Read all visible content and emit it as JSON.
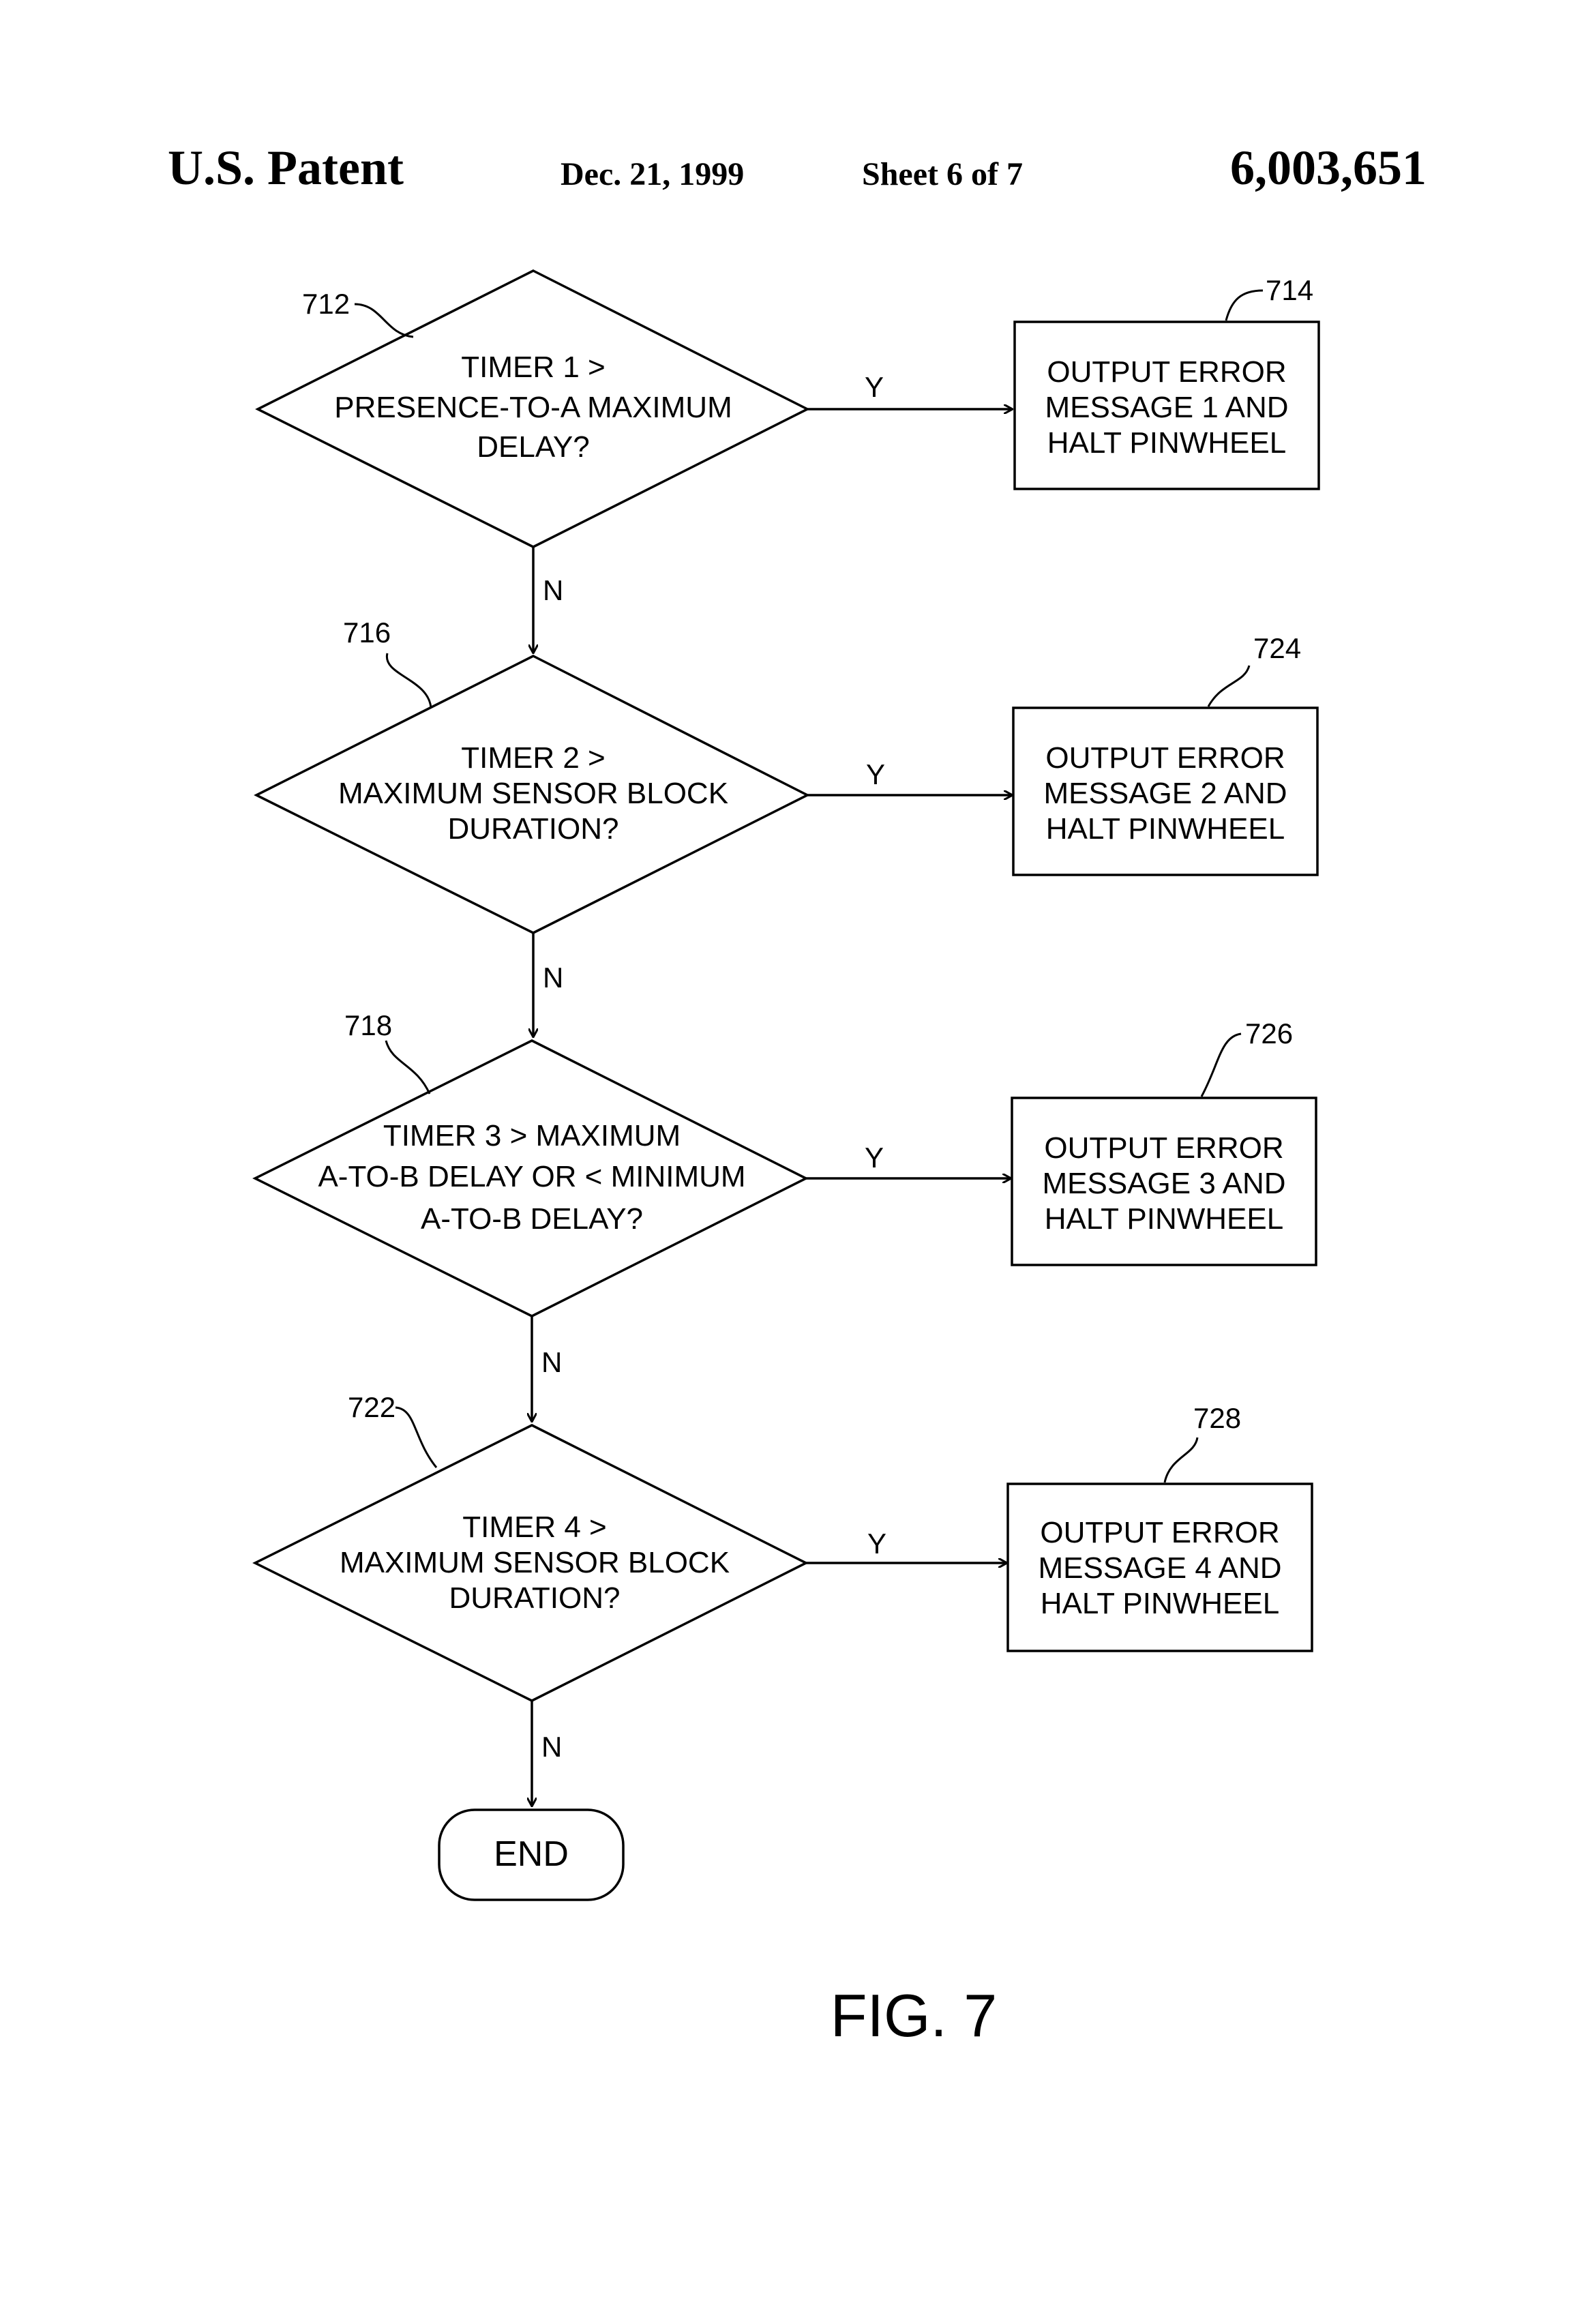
{
  "header": {
    "patent": "U.S. Patent",
    "date": "Dec. 21, 1999",
    "sheet": "Sheet 6 of 7",
    "number": "6,003,651"
  },
  "decisions": [
    {
      "ref": "712",
      "lines": [
        "TIMER 1 >",
        "PRESENCE-TO-A MAXIMUM",
        "DELAY?"
      ]
    },
    {
      "ref": "716",
      "lines": [
        "TIMER 2 >",
        "MAXIMUM SENSOR BLOCK",
        "DURATION?"
      ]
    },
    {
      "ref": "718",
      "lines": [
        "TIMER 3 > MAXIMUM",
        "A-TO-B DELAY OR < MINIMUM",
        "A-TO-B DELAY?"
      ]
    },
    {
      "ref": "722",
      "lines": [
        "TIMER 4 >",
        "MAXIMUM SENSOR BLOCK",
        "DURATION?"
      ]
    }
  ],
  "outputs": [
    {
      "ref": "714",
      "lines": [
        "OUTPUT ERROR",
        "MESSAGE 1 AND",
        "HALT PINWHEEL"
      ]
    },
    {
      "ref": "724",
      "lines": [
        "OUTPUT ERROR",
        "MESSAGE 2 AND",
        "HALT PINWHEEL"
      ]
    },
    {
      "ref": "726",
      "lines": [
        "OUTPUT ERROR",
        "MESSAGE 3 AND",
        "HALT PINWHEEL"
      ]
    },
    {
      "ref": "728",
      "lines": [
        "OUTPUT ERROR",
        "MESSAGE 4 AND",
        "HALT PINWHEEL"
      ]
    }
  ],
  "branch_labels": {
    "yes": "Y",
    "no": "N"
  },
  "terminal": {
    "label": "END"
  },
  "figure_label": "FIG. 7"
}
